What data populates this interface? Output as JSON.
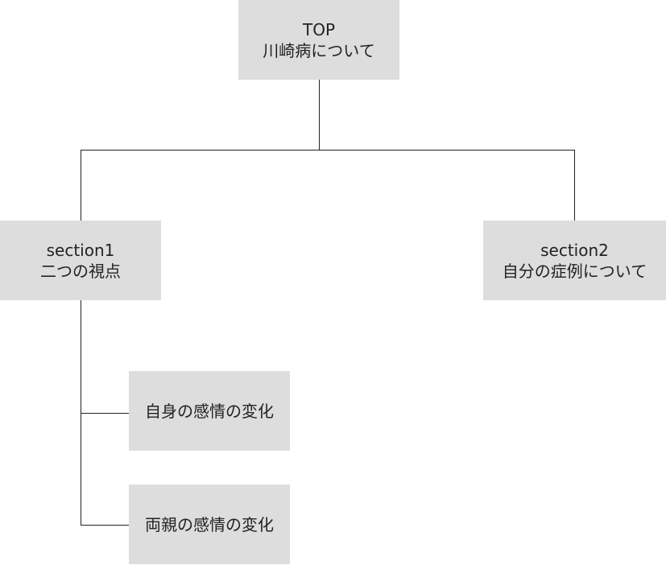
{
  "nodes": {
    "top": {
      "line1": "TOP",
      "line2": "川崎病について"
    },
    "section1": {
      "line1": "section1",
      "line2": "二つの視点"
    },
    "section2": {
      "line1": "section2",
      "line2": "自分の症例について"
    },
    "sub1": {
      "label": "自身の感情の変化"
    },
    "sub2": {
      "label": "両親の感情の変化"
    }
  },
  "colors": {
    "node_fill": "#dddddd",
    "line": "#222222",
    "text": "#222222",
    "background": "#ffffff"
  }
}
